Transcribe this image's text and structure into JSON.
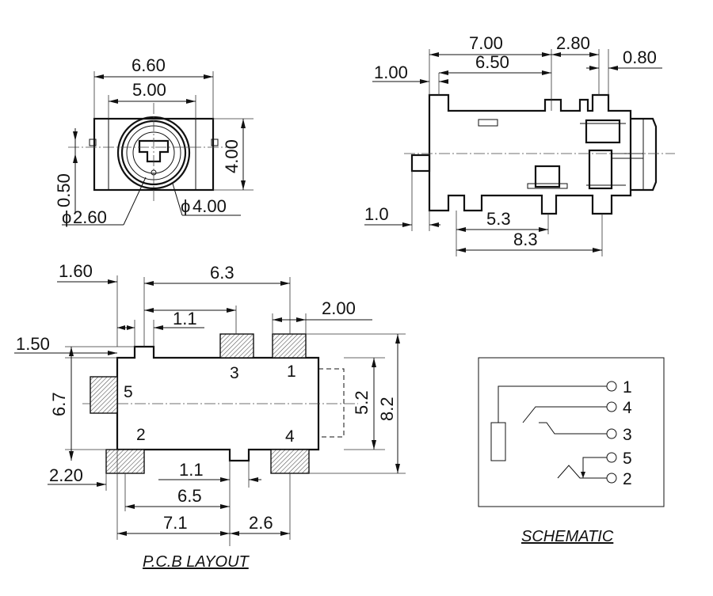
{
  "front_view": {
    "width_outer": "6.60",
    "width_inner": "5.00",
    "height": "4.00",
    "offset": "0.50",
    "hole_dia": "2.60",
    "bore_dia": "4.00",
    "phi": "ϕ"
  },
  "side_view": {
    "len_7": "7.00",
    "len_2_8": "2.80",
    "len_0_8": "0.80",
    "len_1": "1.00",
    "len_6_5": "6.50",
    "len_1_0": "1.0",
    "len_5_3": "5.3",
    "len_8_3": "8.3"
  },
  "pcb_layout": {
    "d_1_60": "1.60",
    "d_6_3": "6.3",
    "d_1_1_top": "1.1",
    "d_2_00": "2.00",
    "d_1_50": "1.50",
    "d_6_7": "6.7",
    "d_5_2": "5.2",
    "d_8_2": "8.2",
    "d_2_20": "2.20",
    "d_1_1_bot": "1.1",
    "d_6_5": "6.5",
    "d_7_1": "7.1",
    "d_2_6": "2.6",
    "pins": [
      "1",
      "2",
      "3",
      "4",
      "5"
    ],
    "title": "P.C.B LAYOUT"
  },
  "schematic": {
    "pins": [
      "1",
      "4",
      "3",
      "5",
      "2"
    ],
    "title": "SCHEMATIC"
  }
}
